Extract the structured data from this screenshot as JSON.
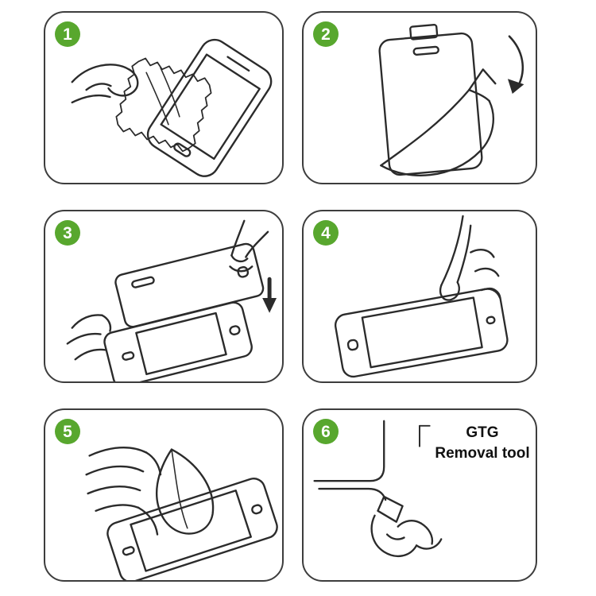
{
  "colors": {
    "badge_green": "#58a72e",
    "line": "#2b2b2b",
    "panel_border": "#3d3d3d",
    "background": "#ffffff"
  },
  "steps": [
    {
      "number": "1",
      "illustration": "wipe-phone-screen-with-cloth"
    },
    {
      "number": "2",
      "illustration": "peel-protective-film-from-glass"
    },
    {
      "number": "3",
      "illustration": "align-and-lower-glass-onto-phone"
    },
    {
      "number": "4",
      "illustration": "press-center-of-screen-with-finger"
    },
    {
      "number": "5",
      "illustration": "smooth-out-bubbles-with-cloth"
    },
    {
      "number": "6",
      "illustration": "lift-corner-with-removal-tool",
      "label_line1": "GTG",
      "label_line2": "Removal tool"
    }
  ]
}
